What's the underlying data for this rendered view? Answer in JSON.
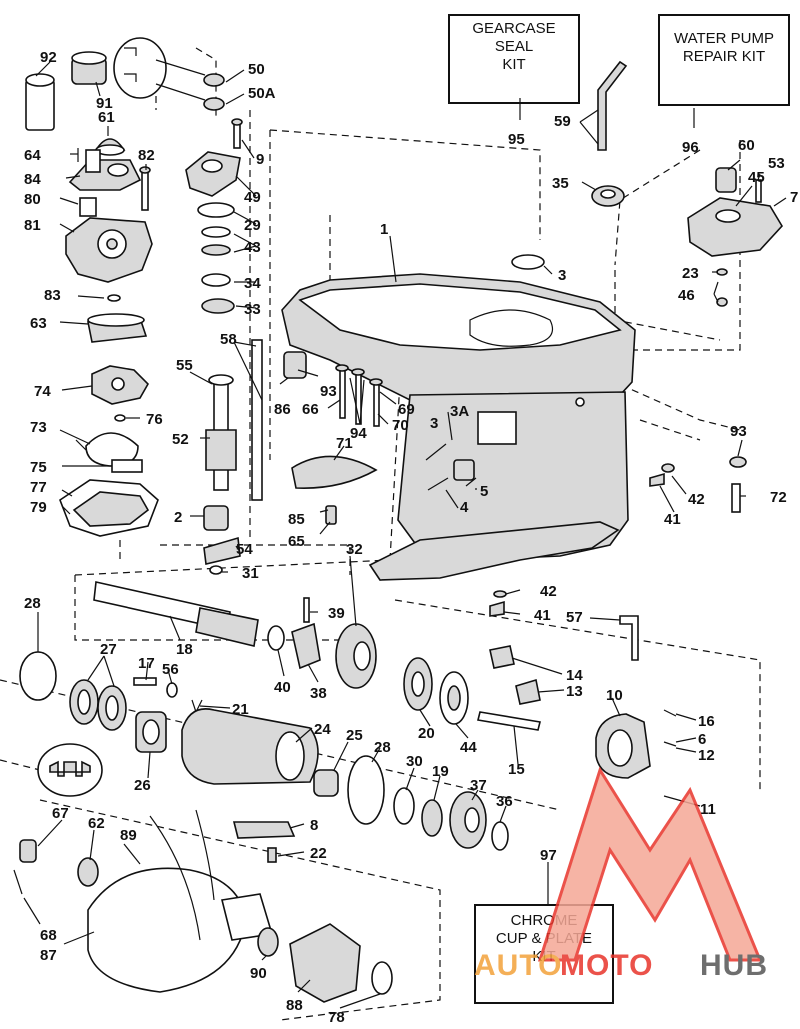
{
  "kits": {
    "gearcase_seal": "GEARCASE\nSEAL\nKIT",
    "water_pump": "WATER PUMP\nREPAIR KIT",
    "chrome_cup": "CHROME\nCUP & PLATE\nKIT"
  },
  "watermark": {
    "auto": "AUTO",
    "moto": "MOTO",
    "hub": "HUB"
  },
  "colors": {
    "watermark_red": "#e8342b",
    "watermark_light": "#f5a896",
    "watermark_orange": "#f3a23a",
    "watermark_gray": "#555555"
  },
  "part_numbers": {
    "p92": "92",
    "p91": "91",
    "p50": "50",
    "p50a": "50A",
    "p95": "95",
    "p59": "59",
    "p96": "96",
    "p61": "61",
    "p64": "64",
    "p84": "84",
    "p82": "82",
    "p80": "80",
    "p81": "81",
    "p83": "83",
    "p9": "9",
    "p49": "49",
    "p29": "29",
    "p43": "43",
    "p34": "34",
    "p33": "33",
    "p35": "35",
    "p60": "60",
    "p53": "53",
    "p45": "45",
    "p7": "7",
    "p1": "1",
    "p3a": "3",
    "p23": "23",
    "p46": "46",
    "p63": "63",
    "p58": "58",
    "p55": "55",
    "p74": "74",
    "p76": "76",
    "p52": "52",
    "p93a": "93",
    "p86": "86",
    "p66": "66",
    "p94": "94",
    "p69": "69",
    "p70": "70",
    "p3b": "3",
    "p3A": "3A",
    "p5": "5",
    "p4": "4",
    "p93b": "93",
    "p42a": "42",
    "p72": "72",
    "p41a": "41",
    "p73": "73",
    "p75": "75",
    "p77": "77",
    "p79": "79",
    "p71": "71",
    "p85": "85",
    "p65": "65",
    "p2": "2",
    "p54": "54",
    "p31": "31",
    "p32": "32",
    "p28a": "28",
    "p39": "39",
    "p42b": "42",
    "p41b": "41",
    "p57": "57",
    "p18": "18",
    "p27": "27",
    "p17": "17",
    "p56": "56",
    "p40": "40",
    "p38": "38",
    "p14": "14",
    "p13": "13",
    "p10": "10",
    "p21": "21",
    "p16": "16",
    "p20": "20",
    "p44": "44",
    "p6": "6",
    "p12": "12",
    "p24": "24",
    "p15": "15",
    "p26": "26",
    "p25": "25",
    "p28b": "28",
    "p30": "30",
    "p19": "19",
    "p37": "37",
    "p36": "36",
    "p11": "11",
    "p67": "67",
    "p62": "62",
    "p89": "89",
    "p8": "8",
    "p22": "22",
    "p97": "97",
    "p68": "68",
    "p87": "87",
    "p90": "90",
    "p88": "88",
    "p78": "78"
  }
}
